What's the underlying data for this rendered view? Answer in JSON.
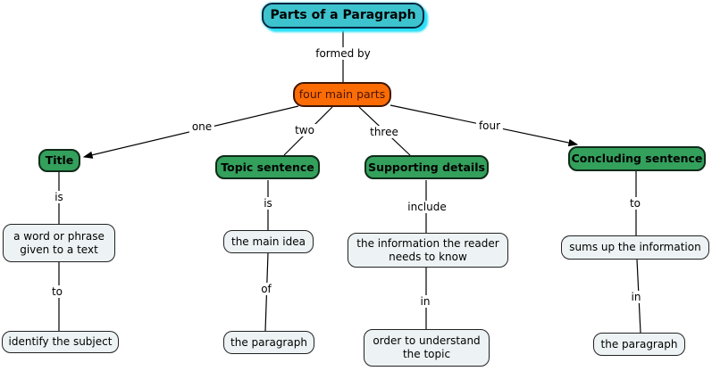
{
  "nodes": {
    "root": "Parts of a Paragraph",
    "main": "four main parts"
  },
  "links": {
    "formed_by": "formed by",
    "one": "one",
    "two": "two",
    "three": "three",
    "four": "four"
  },
  "branches": [
    {
      "heading": "Title",
      "link1": "is",
      "detail1": "a word or phrase\ngiven to a text",
      "link2": "to",
      "detail2": "identify the subject"
    },
    {
      "heading": "Topic sentence",
      "link1": "is",
      "detail1": "the main idea",
      "link2": "of",
      "detail2": "the paragraph"
    },
    {
      "heading": "Supporting details",
      "link1": "include",
      "detail1": "the information the reader\nneeds to know",
      "link2": "in",
      "detail2": "order to understand\nthe topic"
    },
    {
      "heading": "Concluding sentence",
      "link1": "to",
      "detail1": "sums up the information",
      "link2": "in",
      "detail2": "the paragraph"
    }
  ],
  "colors": {
    "root_fill": "#3dc3cd",
    "root_selection_glow": "#29dff6",
    "main_fill": "#fc6c04",
    "heading_fill": "#33a05c",
    "detail_fill": "#edf3f4",
    "line": "#000000"
  }
}
